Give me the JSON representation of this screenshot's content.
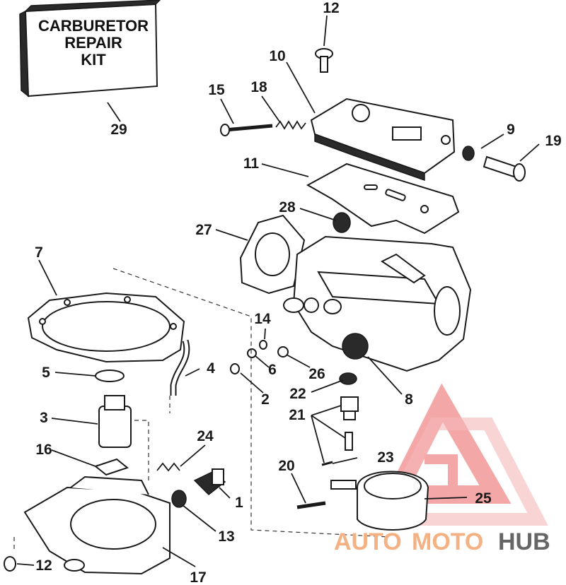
{
  "kit_box": {
    "line1": "CARBURETOR",
    "line2": "REPAIR",
    "line3": "KIT"
  },
  "callouts": {
    "c1": "1",
    "c2": "2",
    "c3": "3",
    "c4": "4",
    "c5": "5",
    "c6": "6",
    "c7": "7",
    "c8": "8",
    "c9": "9",
    "c10": "10",
    "c11": "11",
    "c12_top": "12",
    "c12_bottom": "12",
    "c13": "13",
    "c14": "14",
    "c15": "15",
    "c16": "16",
    "c17": "17",
    "c18": "18",
    "c19": "19",
    "c20": "20",
    "c21": "21",
    "c22": "22",
    "c23": "23",
    "c24": "24",
    "c25": "25",
    "c26": "26",
    "c27": "27",
    "c28": "28",
    "c29": "29"
  },
  "watermark": {
    "part1": "AUTO",
    "part2": "MOTO",
    "part3": "HUB",
    "accent": "#f08080"
  }
}
